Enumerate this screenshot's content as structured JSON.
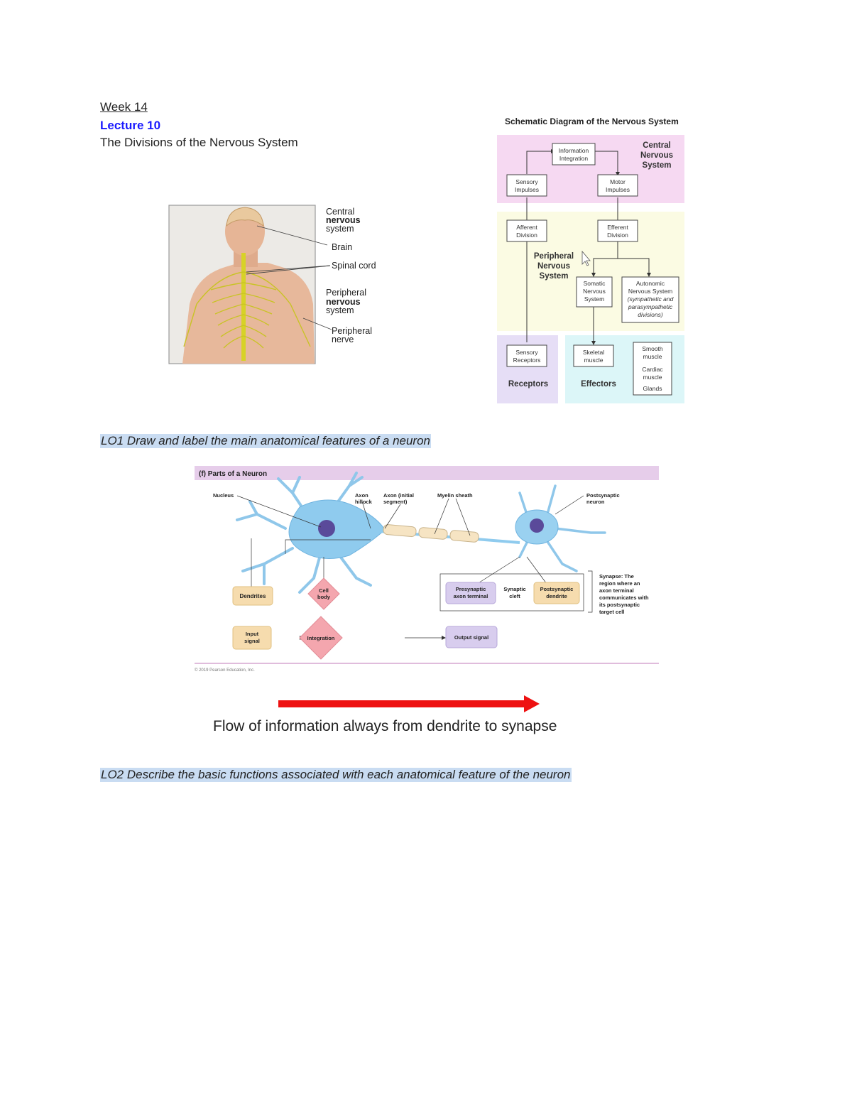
{
  "header": {
    "week": "Week 14",
    "lecture": "Lecture 10",
    "subtitle": "The Divisions of the Nervous System"
  },
  "body_figure": {
    "labels": {
      "cns_line1": "Central",
      "cns_line2": "nervous",
      "cns_line3": "system",
      "brain": "Brain",
      "spinal_cord": "Spinal cord",
      "pns_line1": "Peripheral",
      "pns_line2": "nervous",
      "pns_line3": "system",
      "nerve_line1": "Peripheral",
      "nerve_line2": "nerve"
    }
  },
  "schematic": {
    "title": "Schematic Diagram of the Nervous System",
    "cns_label": [
      "Central",
      "Nervous",
      "System"
    ],
    "pns_label": [
      "Peripheral",
      "Nervous",
      "System"
    ],
    "boxes": {
      "info_integration": [
        "Information",
        "Integration"
      ],
      "sensory_impulses": [
        "Sensory",
        "Impulses"
      ],
      "motor_impulses": [
        "Motor",
        "Impulses"
      ],
      "afferent": [
        "Afferent",
        "Division"
      ],
      "efferent": [
        "Efferent",
        "Division"
      ],
      "somatic": [
        "Somatic",
        "Nervous",
        "System"
      ],
      "autonomic": [
        "Autonomic",
        "Nervous System",
        "(sympathetic and",
        "parasympathetic",
        "divisions)"
      ],
      "sensory_receptors": [
        "Sensory",
        "Receptors"
      ],
      "skeletal_muscle": [
        "Skeletal",
        "muscle"
      ],
      "smooth_etc": [
        "Smooth",
        "muscle",
        "Cardiac",
        "muscle",
        "Glands"
      ]
    },
    "receptors_label": "Receptors",
    "effectors_label": "Effectors",
    "colors": {
      "cns_bg": "#f6d9f2",
      "pns_bg": "#fbfbe3",
      "receptors_bg": "#e6def6",
      "effectors_bg": "#dcf6f8"
    }
  },
  "lo1": "LO1 Draw and label the main anatomical features of a neuron",
  "neuron": {
    "title": "(f) Parts of a Neuron",
    "labels": {
      "nucleus": "Nucleus",
      "axon_hillock": [
        "Axon",
        "hillock"
      ],
      "axon_initial": [
        "Axon (initial",
        "segment)"
      ],
      "myelin": "Myelin sheath",
      "postsynaptic_neuron": [
        "Postsynaptic",
        "neuron"
      ],
      "dendrites": "Dendrites",
      "cell_body": [
        "Cell",
        "body"
      ],
      "presynaptic": [
        "Presynaptic",
        "axon terminal"
      ],
      "synaptic_cleft": [
        "Synaptic",
        "cleft"
      ],
      "postsynaptic_dendrite": [
        "Postsynaptic",
        "dendrite"
      ],
      "synapse_desc": [
        "Synapse: The",
        "region where an",
        "axon terminal",
        "communicates with",
        "its postsynaptic",
        "target cell"
      ],
      "input_signal": [
        "Input",
        "signal"
      ],
      "integration": "Integration",
      "output_signal": "Output signal",
      "copyright": "© 2019 Pearson Education, Inc."
    }
  },
  "flow_text": "Flow of information always from dendrite to synapse",
  "lo2": "LO2 Describe the basic functions associated with each anatomical feature of the neuron"
}
